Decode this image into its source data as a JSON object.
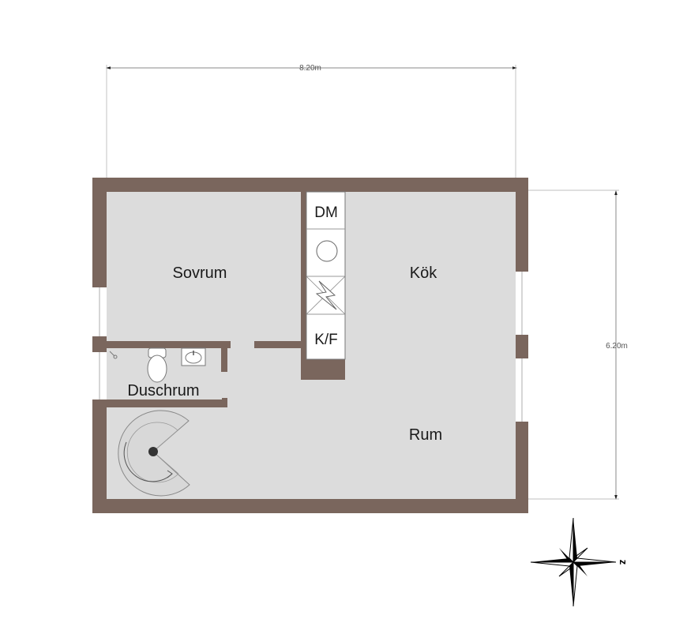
{
  "plan": {
    "dimensions": {
      "width": "8.20m",
      "height": "6.20m"
    },
    "rooms": {
      "sovrum": "Sovrum",
      "kok": "Kök",
      "duschrum": "Duschrum",
      "rum": "Rum"
    },
    "fixtures": {
      "dm": "DM",
      "kf": "K/F"
    },
    "compass": {
      "north_label": "z"
    },
    "colors": {
      "wall": "#7a665d",
      "floor": "#dcdcdc",
      "window": "#ffffff",
      "fixture": "#ffffff",
      "dimension_line": "#888888"
    }
  }
}
